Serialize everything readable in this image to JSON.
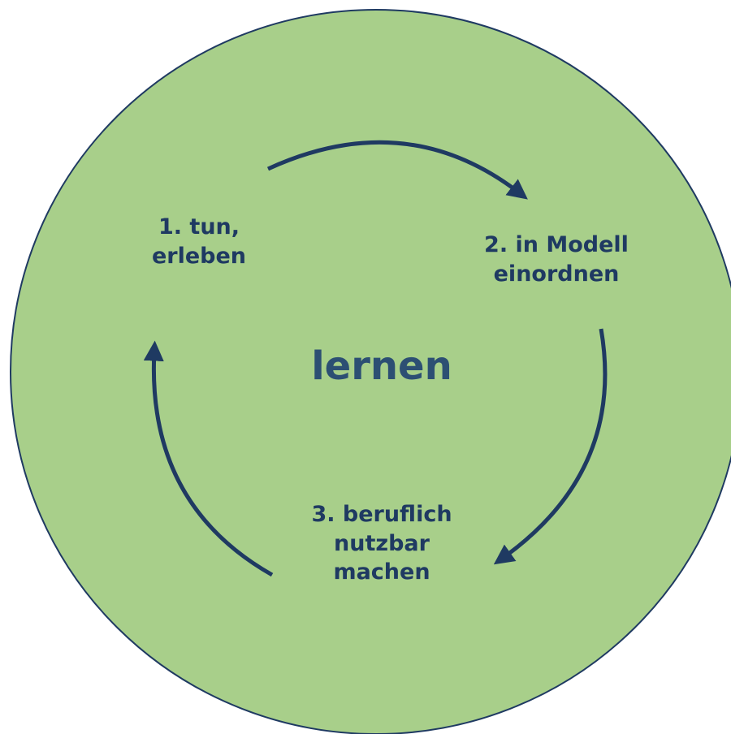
{
  "center": "lernen",
  "steps": [
    {
      "lines": [
        "1. tun,",
        "erleben"
      ]
    },
    {
      "lines": [
        "2. in Modell",
        "einordnen"
      ]
    },
    {
      "lines": [
        "3. beruflich",
        "nutzbar",
        "machen"
      ]
    }
  ],
  "colors": {
    "circle_fill": "#a8cf8a",
    "circle_stroke": "#1f3a62",
    "arrow": "#1f3a62",
    "text": "#1f3a62"
  }
}
